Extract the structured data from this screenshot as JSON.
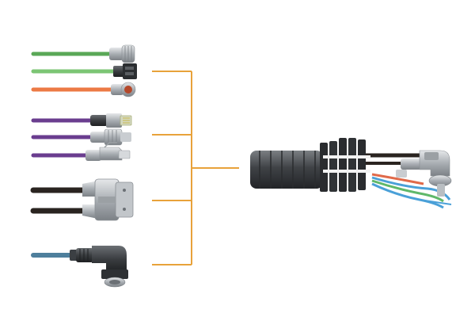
{
  "colors": {
    "background": "#ffffff",
    "bracket": "#e8a23a",
    "cable_green": "#5aa857",
    "cable_green_light": "#7cc574",
    "cable_orange": "#ec7a45",
    "cable_violet": "#6a3d8f",
    "cable_black": "#2a2420",
    "cable_blue": "#4e7f9c",
    "connector_metal": "#b9bec2",
    "connector_dark": "#3b3f43",
    "carrier_dark": "#3a3d40",
    "carrier_mid": "#5b5f63",
    "wire_blue": "#4aa0d8",
    "wire_red": "#e06a4a",
    "wire_green": "#5fb86a"
  },
  "groups": [
    {
      "id": "servo",
      "cables": [
        {
          "color": "cable_green",
          "connector": "round-metal-connector"
        },
        {
          "color": "cable_green_light",
          "connector": "dark-servo-connector"
        },
        {
          "color": "cable_orange",
          "connector": "round-orange-connector"
        }
      ]
    },
    {
      "id": "bus",
      "cables": [
        {
          "color": "cable_violet",
          "connector": "rj45-connector"
        },
        {
          "color": "cable_violet",
          "connector": "m12-metal-connector"
        },
        {
          "color": "cable_violet",
          "connector": "rj45-latched-connector"
        }
      ]
    },
    {
      "id": "power",
      "cables": [
        {
          "color": "cable_black",
          "connector": "heavy-duty-connector"
        },
        {
          "color": "cable_black",
          "connector": "heavy-duty-connector"
        }
      ]
    },
    {
      "id": "sensor",
      "cables": [
        {
          "color": "cable_blue",
          "connector": "angled-connector"
        }
      ]
    }
  ],
  "image": {
    "description_icon": "cable-harness-with-energy-chain"
  }
}
